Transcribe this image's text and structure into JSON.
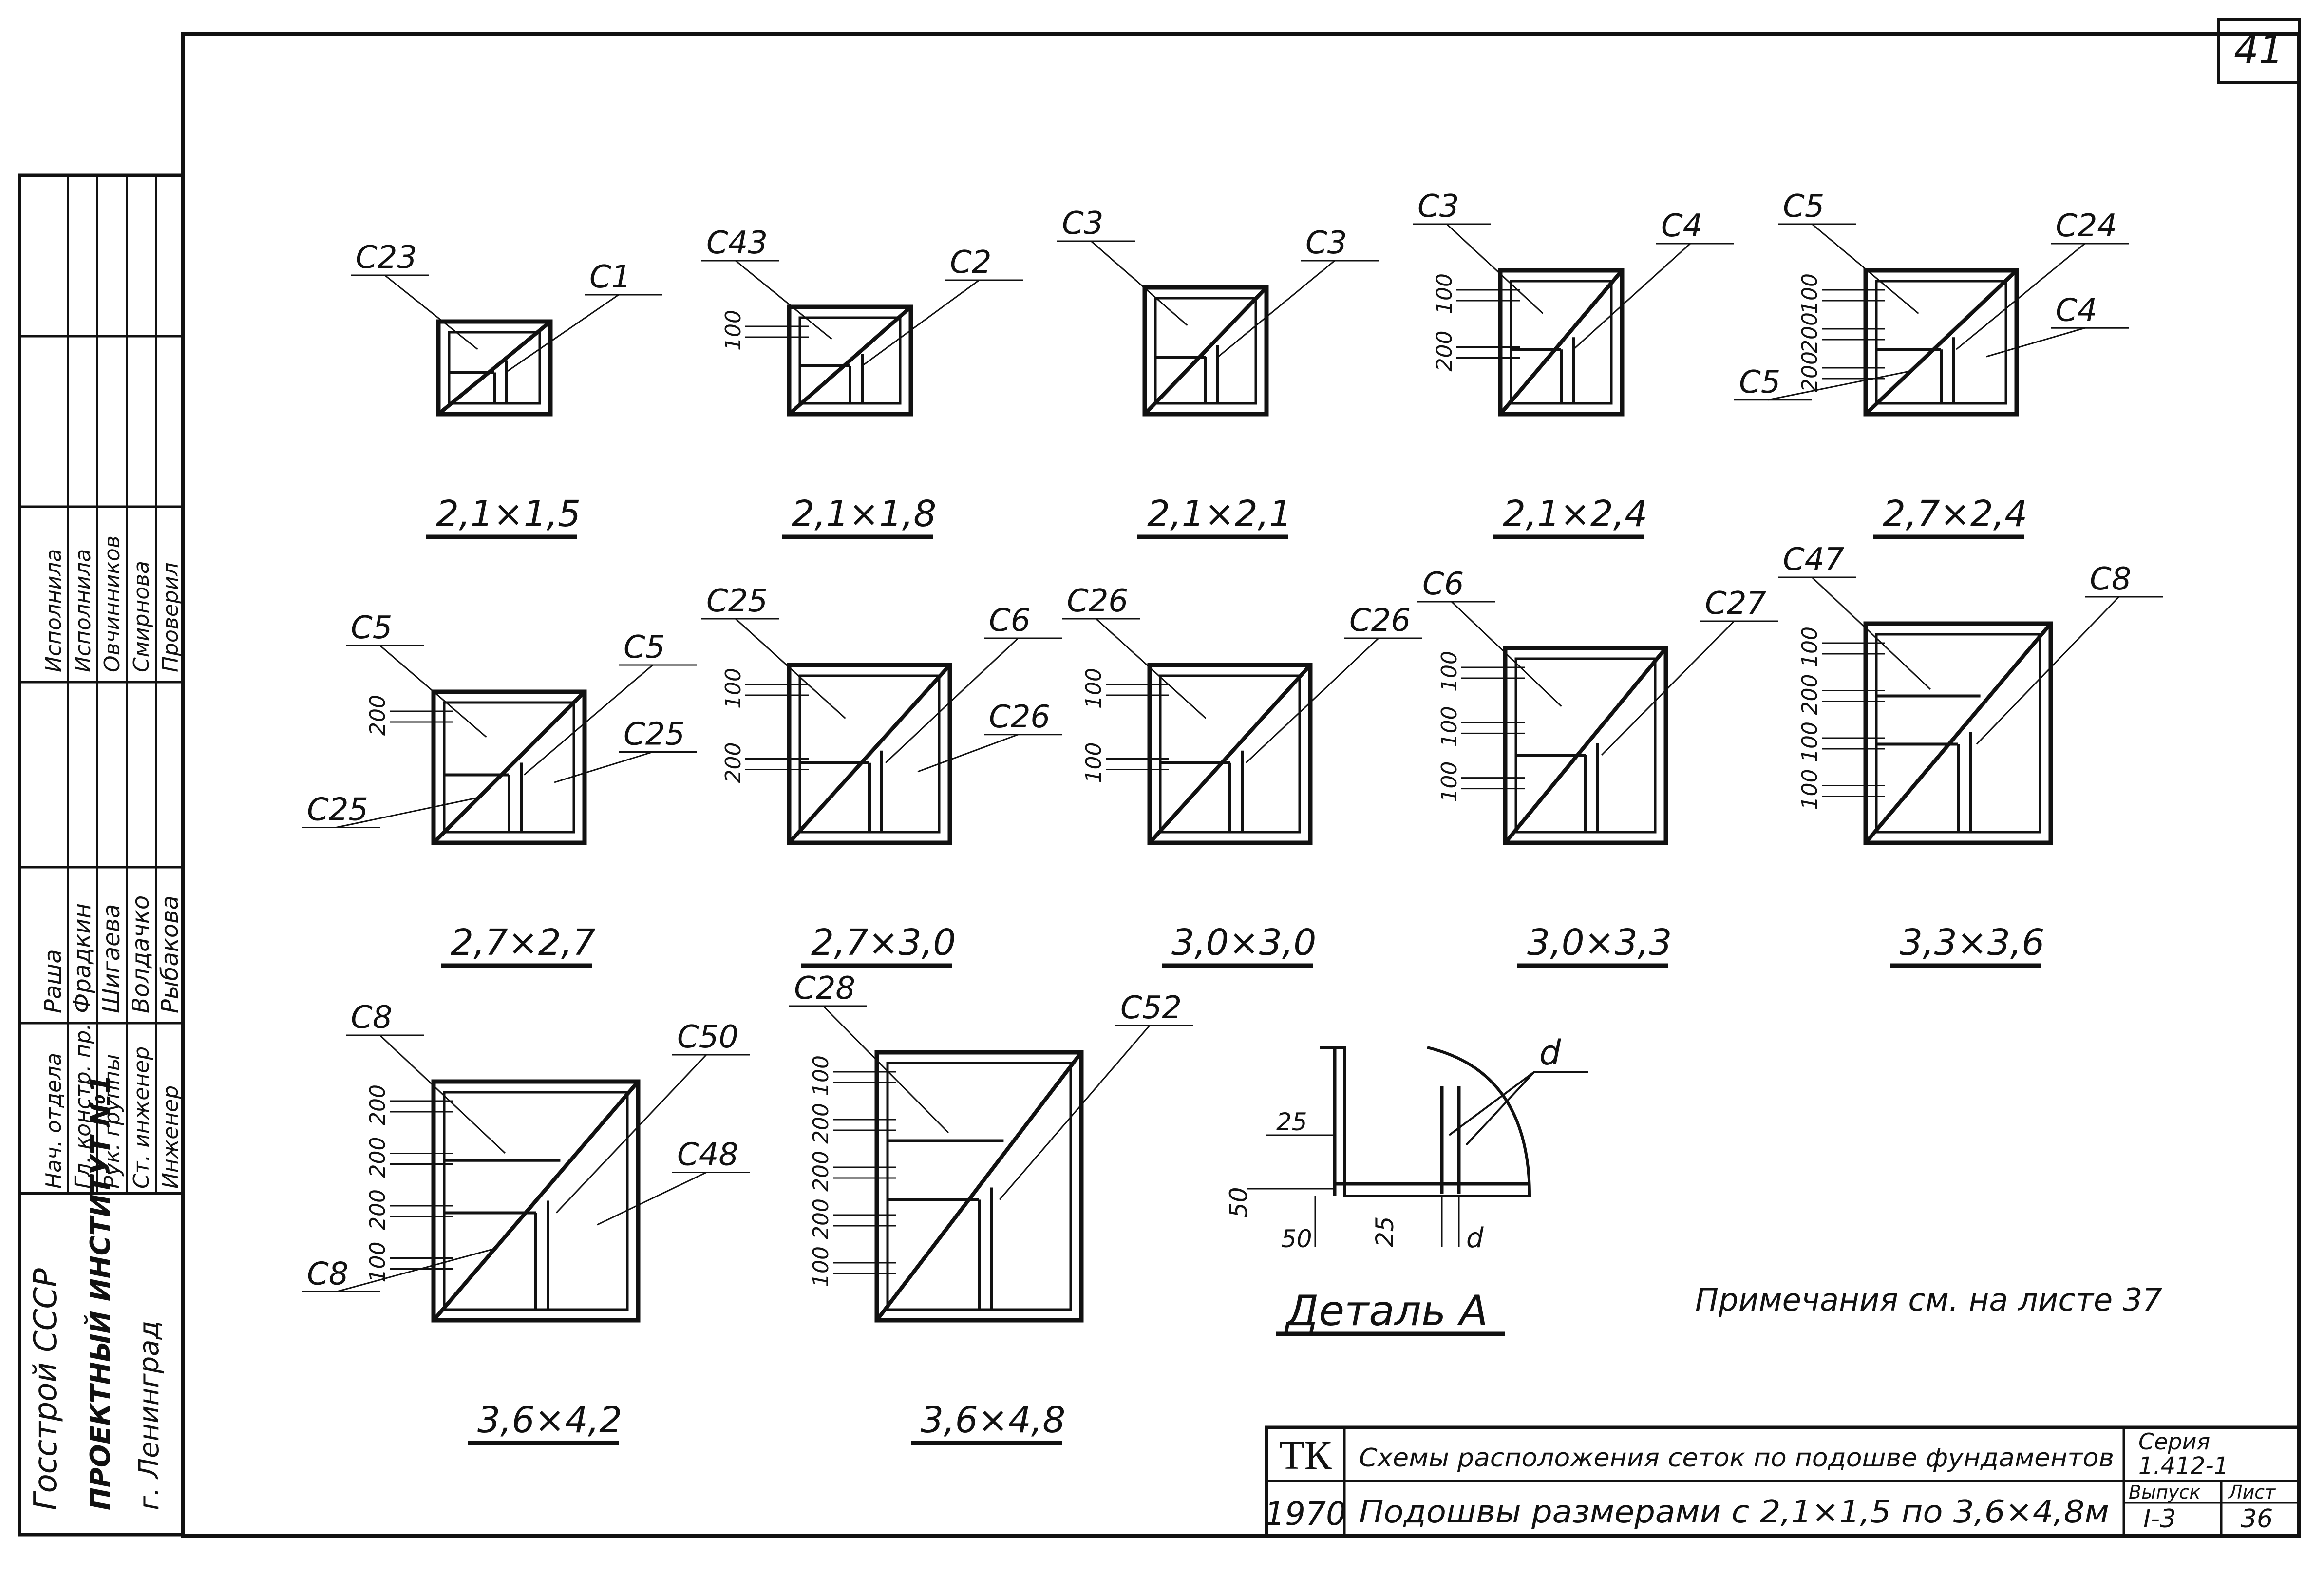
{
  "sheet_number": "41",
  "side_stamp": {
    "rows": [
      {
        "role": "Нач. отдела",
        "name": "Раша",
        "extra": "Исполнила"
      },
      {
        "role": "Гл. констр. пр.",
        "name": "Фрадкин",
        "extra": "Исполнила"
      },
      {
        "role": "Рук. группы",
        "name": "Шигаева",
        "extra": "Овчинников"
      },
      {
        "role": "Ст. инженер",
        "name": "Волдачко",
        "extra": "Смирнова"
      },
      {
        "role": "Инженер",
        "name": "Рыбакова",
        "extra": "Проверил"
      }
    ],
    "org_lines": [
      "Госстрой СССР",
      "ПРОЕКТНЫЙ ИНСТИТУТ №1",
      "г. Ленинград"
    ]
  },
  "schemes": [
    {
      "caption": "2,1×1,5",
      "labels": [
        "С23",
        "С1"
      ]
    },
    {
      "caption": "2,1×1,8",
      "labels": [
        "С43",
        "С2"
      ],
      "dims": [
        "100"
      ]
    },
    {
      "caption": "2,1×2,1",
      "labels": [
        "С3",
        "С3"
      ]
    },
    {
      "caption": "2,1×2,4",
      "labels": [
        "С3",
        "С4"
      ],
      "dims": [
        "100",
        "200"
      ]
    },
    {
      "caption": "2,7×2,4",
      "labels": [
        "С5",
        "С24",
        "С4",
        "С5"
      ],
      "dims": [
        "100",
        "200",
        "200"
      ]
    },
    {
      "caption": "2,7×2,7",
      "labels": [
        "С5",
        "С5",
        "С25",
        "С25"
      ],
      "dims": [
        "200"
      ]
    },
    {
      "caption": "2,7×3,0",
      "labels": [
        "С25",
        "С6",
        "С26"
      ],
      "dims": [
        "100",
        "200"
      ]
    },
    {
      "caption": "3,0×3,0",
      "labels": [
        "С26",
        "С26"
      ],
      "dims": [
        "100",
        "100"
      ]
    },
    {
      "caption": "3,0×3,3",
      "labels": [
        "С6",
        "С27"
      ],
      "dims": [
        "100",
        "100",
        "100"
      ]
    },
    {
      "caption": "3,3×3,6",
      "labels": [
        "С47",
        "С8"
      ],
      "dims": [
        "100",
        "200",
        "100",
        "100"
      ]
    },
    {
      "caption": "3,6×4,2",
      "labels": [
        "С8",
        "С50",
        "С48",
        "С8"
      ],
      "dims": [
        "200",
        "200",
        "200",
        "100"
      ]
    },
    {
      "caption": "3,6×4,8",
      "labels": [
        "С28",
        "С52"
      ],
      "dims": [
        "100",
        "200",
        "200",
        "200",
        "100"
      ]
    }
  ],
  "detail": {
    "title": "Деталь А",
    "label": "d",
    "dims": [
      "25",
      "50",
      "50",
      "25",
      "d"
    ]
  },
  "note": "Примечания см. на листе 37",
  "title_block": {
    "mark": "ТК",
    "year": "1970",
    "title_line1": "Схемы расположения сеток по подошве фундаментов",
    "title_line2": "Подошвы размерами с 2,1×1,5 по 3,6×4,8м",
    "series_label": "Серия",
    "series_value": "1.412-1",
    "issue_label": "Выпуск",
    "issue_value": "I-3",
    "sheet_label": "Лист",
    "sheet_value": "36"
  }
}
